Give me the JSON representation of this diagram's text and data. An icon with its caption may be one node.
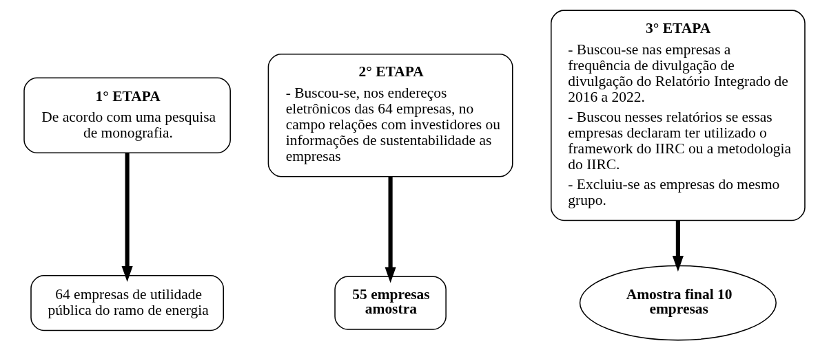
{
  "diagram": {
    "nodes": [
      {
        "text": [
          "1° ETAPA",
          "De acordo com uma pesquisa de monografia."
        ]
      },
      {
        "text": [
          "64 empresas de utilidade pública do ramo de energia"
        ]
      },
      {
        "text": [
          "2° ETAPA",
          "- Buscou-se, nos endereços eletrônicos das 64 empresas, no campo relações com investidores ou informações de sustentabilidade as empresas"
        ]
      },
      {
        "text": [
          "55 empresas amostra"
        ]
      },
      {
        "text": [
          "3° ETAPA",
          "- Buscou-se nas empresas a frequência de divulgação de divulgação do Relatório Integrado de 2016 a 2022.",
          "- Buscou nesses relatórios se essas empresas declaram ter utilizado o framework do IIRC ou a metodologia do IIRC.",
          "- Excluiu-se as empresas do mesmo grupo."
        ]
      },
      {
        "text": [
          "Amostra final 10 empresas"
        ]
      }
    ],
    "edges": [
      {
        "from": 0,
        "to": 1,
        "arrow": "to"
      },
      {
        "from": 2,
        "to": 3,
        "arrow": "to"
      },
      {
        "from": 4,
        "to": 5,
        "arrow": "to"
      }
    ]
  }
}
